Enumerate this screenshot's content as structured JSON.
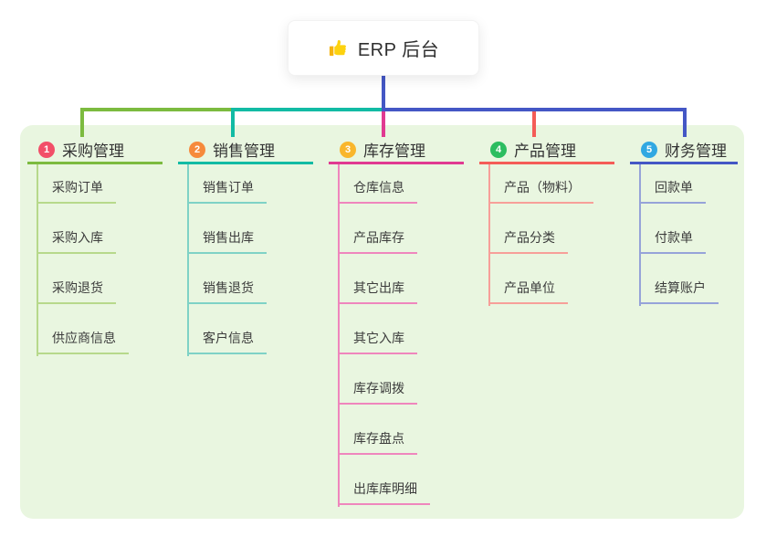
{
  "root": {
    "title": "ERP 后台",
    "icon": "thumbs-up-icon"
  },
  "colors": {
    "page_bg": "#ffffff",
    "panel_bg": "#e9f6e0",
    "root_line": "#4457c5",
    "text": "#333333"
  },
  "branches": [
    {
      "num": "1",
      "title": "采购管理",
      "badge_color": "#f24f68",
      "line_color": "#7cbb3f",
      "child_line_color": "#b7d98b",
      "children": [
        "采购订单",
        "采购入库",
        "采购退货",
        "供应商信息"
      ]
    },
    {
      "num": "2",
      "title": "销售管理",
      "badge_color": "#f68a3c",
      "line_color": "#12bba4",
      "child_line_color": "#7fd2c6",
      "children": [
        "销售订单",
        "销售出库",
        "销售退货",
        "客户信息"
      ]
    },
    {
      "num": "3",
      "title": "库存管理",
      "badge_color": "#f9b62c",
      "line_color": "#e13a91",
      "child_line_color": "#ef86bd",
      "children": [
        "仓库信息",
        "产品库存",
        "其它出库",
        "其它入库",
        "库存调拨",
        "库存盘点",
        "出库库明细"
      ]
    },
    {
      "num": "4",
      "title": "产品管理",
      "badge_color": "#2cbd60",
      "line_color": "#f45c57",
      "child_line_color": "#f79f99",
      "children": [
        "产品（物料）",
        "产品分类",
        "产品单位"
      ]
    },
    {
      "num": "5",
      "title": "财务管理",
      "badge_color": "#31a8e2",
      "line_color": "#4457c5",
      "child_line_color": "#96a3d9",
      "children": [
        "回款单",
        "付款单",
        "结算账户"
      ]
    }
  ]
}
